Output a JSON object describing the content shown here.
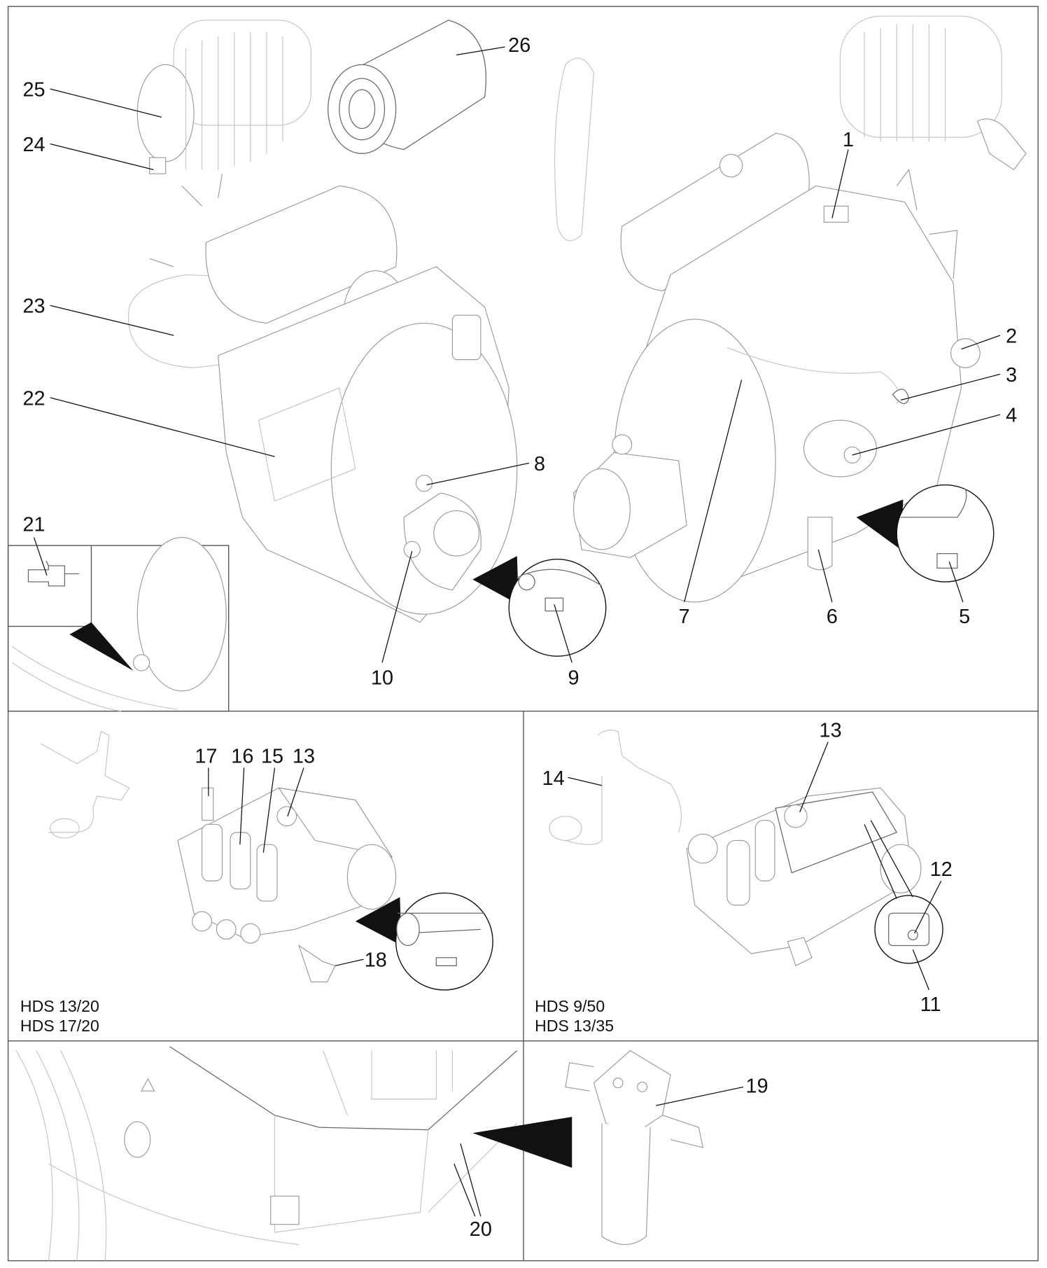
{
  "callouts": {
    "c1": "1",
    "c2": "2",
    "c3": "3",
    "c4": "4",
    "c5": "5",
    "c6": "6",
    "c7": "7",
    "c8": "8",
    "c9": "9",
    "c10": "10",
    "c11": "11",
    "c12": "12",
    "c13a": "13",
    "c13b": "13",
    "c14": "14",
    "c15": "15",
    "c16": "16",
    "c17": "17",
    "c18": "18",
    "c19": "19",
    "c20": "20",
    "c21": "21",
    "c22": "22",
    "c23": "23",
    "c24": "24",
    "c25": "25",
    "c26": "26"
  },
  "models": {
    "left": [
      "HDS 13/20",
      "HDS 17/20"
    ],
    "right": [
      "HDS 9/50",
      "HDS 13/35"
    ]
  }
}
